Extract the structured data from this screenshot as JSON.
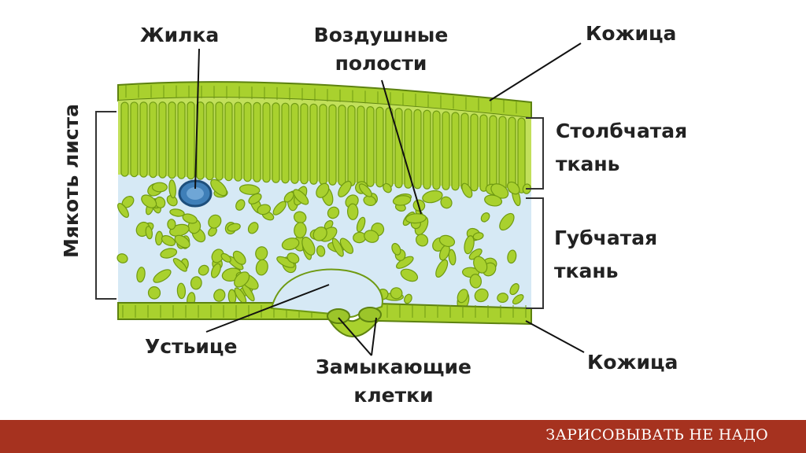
{
  "labels": {
    "vein": "Жилка",
    "air_cavities_line1": "Воздушные",
    "air_cavities_line2": "полости",
    "epidermis_top": "Кожица",
    "palisade_line1": "Столбчатая",
    "palisade_line2": "ткань",
    "spongy_line1": "Губчатая",
    "spongy_line2": "ткань",
    "leaf_pulp": "Мякоть листа",
    "stoma": "Устьице",
    "guard_cells_line1": "Замыкающие",
    "guard_cells_line2": "клетки",
    "epidermis_bottom": "Кожица"
  },
  "footer": {
    "note": "ЗАРИСОВЫВАТЬ НЕ НАДО"
  },
  "colors": {
    "tissue_green": "#a9d12e",
    "tissue_dark": "#6f9a12",
    "intercellular": "#d6e9f5",
    "vein_blue": "#3f7fb8",
    "footer_bg": "#a6321f"
  }
}
